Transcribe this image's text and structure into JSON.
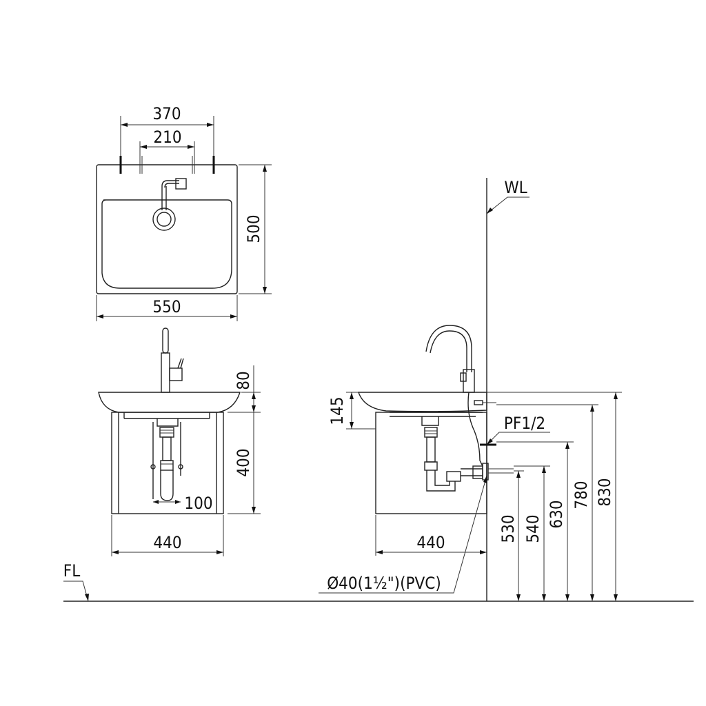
{
  "top_view": {
    "dim_width_overall": "370",
    "dim_width_inner": "210",
    "dim_depth": "500",
    "dim_basin_width": "550"
  },
  "front_view": {
    "dim_top_thickness": "80",
    "dim_cabinet_height": "400",
    "dim_trap_offset": "100",
    "dim_cabinet_width": "440"
  },
  "side_view": {
    "wall_label": "WL",
    "dim_basin_depth": "145",
    "supply_label": "PF1/2",
    "dim_cabinet_depth": "440",
    "drain_label": "Ø40(1½\")(PVC)",
    "height_dims": [
      "530",
      "540",
      "630",
      "780",
      "830"
    ]
  },
  "floor_label": "FL"
}
